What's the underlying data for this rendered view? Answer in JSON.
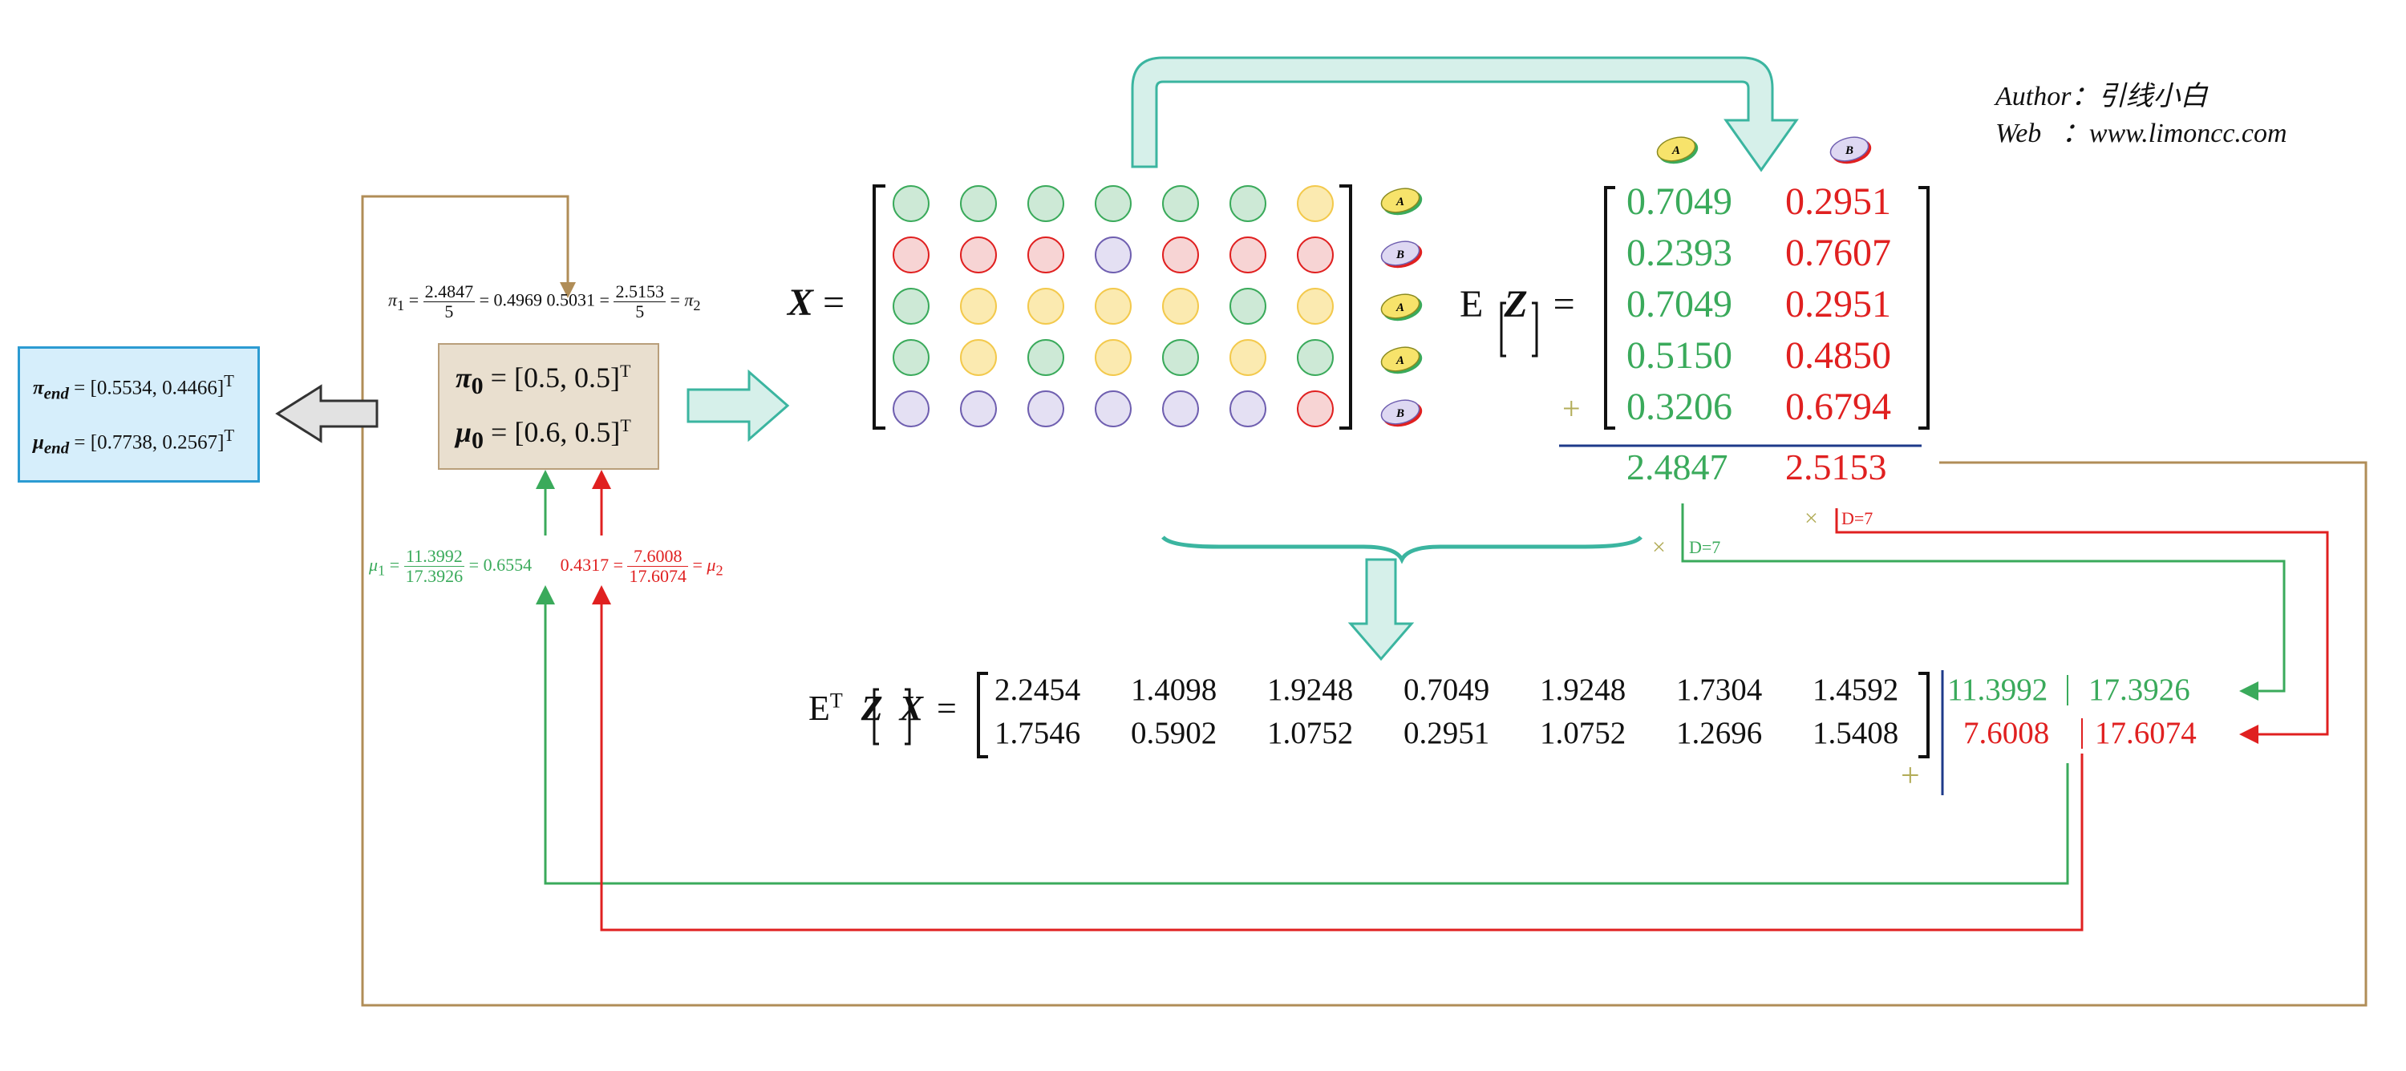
{
  "author": {
    "line1": "Author：引线小白",
    "line2": "Web   ：www.limoncc.com"
  },
  "end_results": {
    "pi_label": "π",
    "pi_sub": "end",
    "pi_value": "[0.5534, 0.4466]",
    "mu_label": "μ",
    "mu_sub": "end",
    "mu_value": "[0.7738, 0.2567]",
    "transpose": "T"
  },
  "init": {
    "pi_label": "π",
    "pi_sub": "0",
    "pi_value": "[0.5, 0.5]",
    "mu_label": "μ",
    "mu_sub": "0",
    "mu_value": "[0.6, 0.5]",
    "transpose": "T"
  },
  "pi_update": {
    "pi1_label": "π",
    "pi1_sub": "1",
    "pi1_num": "2.4847",
    "pi1_den": "5",
    "pi1_val": "0.4969",
    "pi2_val": "0.5031",
    "pi2_num": "2.5153",
    "pi2_den": "5",
    "pi2_label": "π",
    "pi2_sub": "2"
  },
  "mu_update": {
    "mu1_label": "μ",
    "mu1_sub": "1",
    "mu1_num": "11.3992",
    "mu1_den": "17.3926",
    "mu1_val": "0.6554",
    "mu2_val": "0.4317",
    "mu2_num": "7.6008",
    "mu2_den": "17.6074",
    "mu2_label": "μ",
    "mu2_sub": "2"
  },
  "x_matrix": {
    "label": "X",
    "eq": "=",
    "row_coin_labels": [
      "A",
      "B",
      "A",
      "A",
      "B"
    ],
    "rows": [
      [
        "g",
        "g",
        "g",
        "g",
        "g",
        "g",
        "y"
      ],
      [
        "r",
        "r",
        "r",
        "p",
        "r",
        "r",
        "r"
      ],
      [
        "g",
        "y",
        "y",
        "y",
        "y",
        "g",
        "y"
      ],
      [
        "g",
        "y",
        "g",
        "y",
        "g",
        "y",
        "g"
      ],
      [
        "p",
        "p",
        "p",
        "p",
        "p",
        "p",
        "r"
      ]
    ]
  },
  "coin_header": [
    "A",
    "B"
  ],
  "ez": {
    "label_E": "E",
    "label_Z": "Z",
    "eq": "=",
    "col_a": [
      "0.7049",
      "0.2393",
      "0.7049",
      "0.5150",
      "0.3206"
    ],
    "col_b": [
      "0.2951",
      "0.7607",
      "0.2951",
      "0.4850",
      "0.6794"
    ],
    "plus": "+",
    "sum_a": "2.4847",
    "sum_b": "2.5153",
    "times": "×",
    "d_label_a": "D=7",
    "d_label_b": "D=7"
  },
  "etzx": {
    "label_E": "E",
    "label_T": "T",
    "label_Z": "Z",
    "label_X": "X",
    "eq": "=",
    "row1": [
      "2.2454",
      "1.4098",
      "1.9248",
      "0.7049",
      "1.9248",
      "1.7304",
      "1.4592"
    ],
    "row2": [
      "1.7546",
      "0.5902",
      "1.0752",
      "0.2951",
      "1.0752",
      "1.2696",
      "1.5408"
    ],
    "rowsum1": "11.3992",
    "rowsum2": "7.6008",
    "plus": "+",
    "colsum_a": "17.3926",
    "colsum_b": "17.6074"
  },
  "colors": {
    "green": "#3aaa5b",
    "red": "#e02020",
    "yellow": "#f3c94c",
    "purple": "#6f5fb0",
    "brown": "#b08d57",
    "teal": "#3bb5a0",
    "blue_box": "#2c9bd2"
  }
}
